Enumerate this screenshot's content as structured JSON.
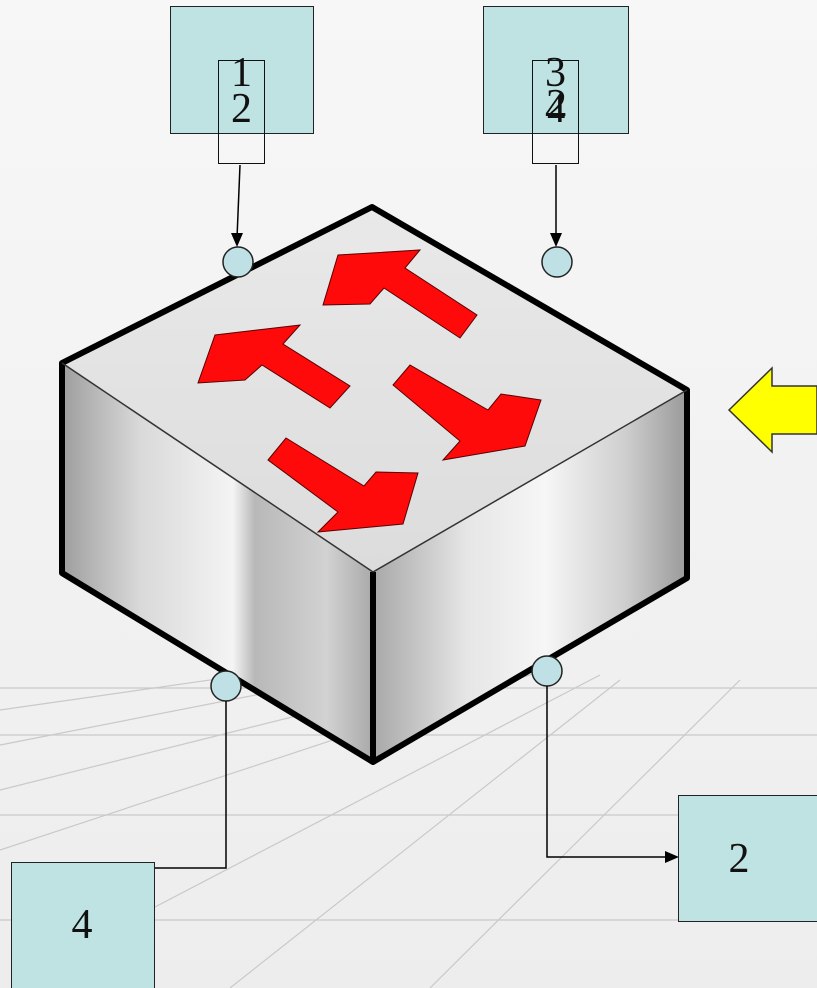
{
  "colors": {
    "background": "#f4f4f4",
    "box_fill": "#bfe2e2",
    "arrow_red": "#ff0a0a",
    "pointer_yellow": "#ffff00",
    "port_fill": "#bfe0e4",
    "switch_top": "#e3e3e3"
  },
  "icons": {
    "switch": "network-switch-icon",
    "pointer": "yellow-left-arrow-icon"
  },
  "top_left_box": {
    "line1": "1",
    "line2": "2"
  },
  "top_right_box": {
    "line1": "3",
    "line2": "4",
    "line3": "2"
  },
  "bottom_right_box": {
    "label": "2"
  },
  "bottom_left_box": {
    "label": "4"
  }
}
